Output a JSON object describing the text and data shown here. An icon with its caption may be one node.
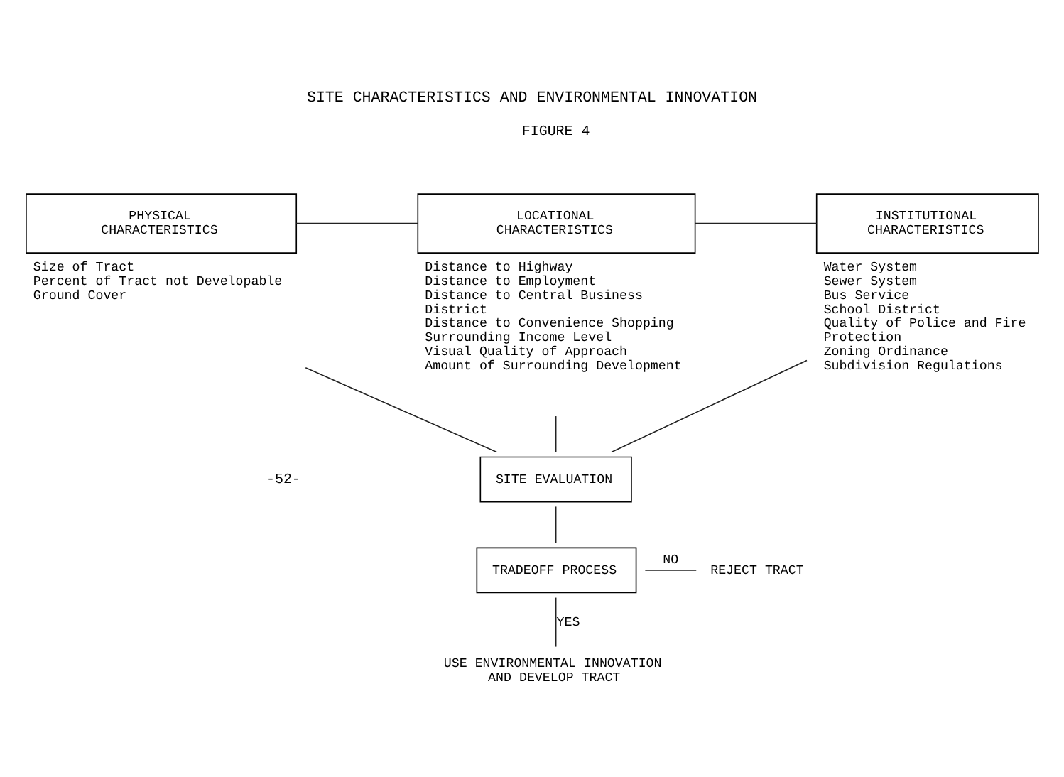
{
  "diagram": {
    "title": "SITE CHARACTERISTICS AND ENVIRONMENTAL INNOVATION",
    "nodes": [
      {
        "text": [
          "PHYSICAL CHARACTERISTICS"
        ],
        "beside": [
          "Size of Tract",
          "Percent of Tract not Developable",
          "Ground Cover"
        ]
      },
      {
        "text": [
          "LOCATIONAL CHARACTERISTICS"
        ],
        "beside": [
          "Distance to Highway",
          "Distance to Employment",
          "Distance to Central Business District",
          "Distance to Convenience Shopping",
          "Surrounding Income Level",
          "Visual Quality of Approach",
          "Amount of Surrounding Development"
        ]
      },
      {
        "text": [
          "INSTITUTIONAL CHARACTERISTICS"
        ],
        "beside": [
          "Water System",
          "Sewer System",
          "Bus Service",
          "School District",
          "Quality of Police and Fire Protection",
          "Zoning Ordinance",
          "Subdivision Regulations"
        ]
      },
      {
        "text": [
          "SITE EVALUATION"
        ]
      },
      {
        "text": [
          "TRADEOFF PROCESS"
        ]
      },
      {
        "text": [
          "REJECT TRACT"
        ]
      },
      {
        "text": [
          "USE ENVIRONMENTAL INNOVATION AND DEVELOP TRACT"
        ]
      }
    ],
    "edges": [
      {
        "from": 0,
        "to": 1,
        "arrow": "none"
      },
      {
        "from": 1,
        "to": 2,
        "arrow": "none"
      },
      {
        "from": 0,
        "to": 3,
        "arrow": "none"
      },
      {
        "from": 1,
        "to": 3,
        "arrow": "none"
      },
      {
        "from": 2,
        "to": 3,
        "arrow": "none"
      },
      {
        "from": 3,
        "to": 4,
        "arrow": "none"
      },
      {
        "from": 4,
        "to": 5,
        "arrow": "none",
        "label": "NO"
      },
      {
        "from": 4,
        "to": 6,
        "arrow": "none",
        "label": "YES"
      }
    ],
    "labels": [
      "FIGURE 4",
      "-52-"
    ]
  }
}
